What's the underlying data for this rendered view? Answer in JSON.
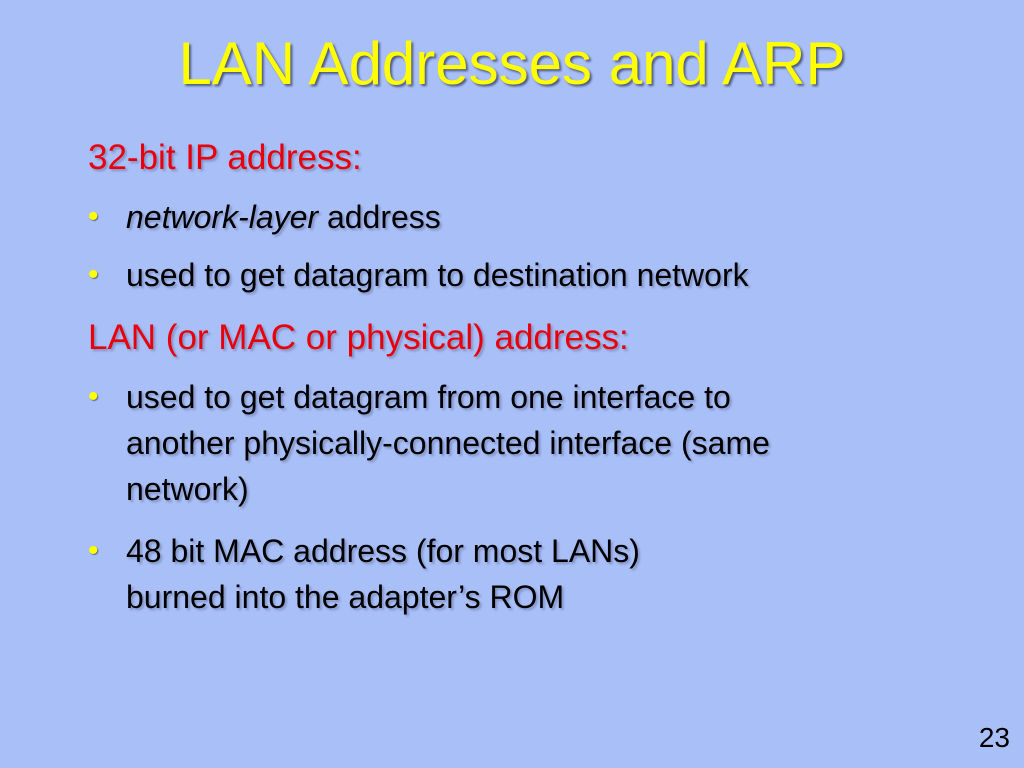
{
  "slide": {
    "title": "LAN Addresses and ARP",
    "sections": [
      {
        "heading": "32-bit IP address:",
        "bullets": [
          {
            "italic": "network-layer",
            "text": " address"
          },
          {
            "italic": "",
            "text": "used to get datagram to destination network"
          }
        ]
      },
      {
        "heading": "LAN (or MAC or physical) address:",
        "bullets": [
          {
            "lines": [
              "used to get datagram from one interface to",
              "another physically-connected interface (same",
              "network)"
            ]
          },
          {
            "lines": [
              "48 bit MAC address (for most LANs)",
              "burned into the adapter’s ROM"
            ]
          }
        ]
      }
    ],
    "bullet_glyph": "•",
    "page_number": "23"
  }
}
